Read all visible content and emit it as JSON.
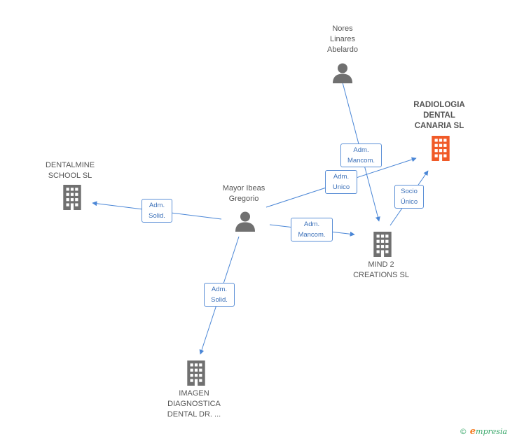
{
  "colors": {
    "edge": "#4a86d6",
    "person": "#707070",
    "company": "#707070",
    "focus_company": "#f05a28"
  },
  "nodes": {
    "nores": {
      "type": "person",
      "label": "Nores\nLinares\nAbelardo",
      "focus": false
    },
    "radiologia": {
      "type": "company",
      "label": "RADIOLOGIA\nDENTAL\nCANARIA SL",
      "focus": true
    },
    "dentalmine": {
      "type": "company",
      "label": "DENTALMINE\nSCHOOL SL",
      "focus": false
    },
    "mayor": {
      "type": "person",
      "label": "Mayor Ibeas\nGregorio",
      "focus": false
    },
    "mind2": {
      "type": "company",
      "label": "MIND 2\nCREATIONS SL",
      "focus": false
    },
    "imagen": {
      "type": "company",
      "label": "IMAGEN\nDIAGNOSTICA\nDENTAL DR. ...",
      "focus": false
    }
  },
  "edges": {
    "nores_mind2": {
      "label": "Adm.\nMancom."
    },
    "mayor_radiologia": {
      "label": "Adm.\nUnico"
    },
    "mind2_radiologia": {
      "label": "Socio\nÚnico"
    },
    "mayor_dentalmine": {
      "label": "Adm.\nSolid."
    },
    "mayor_mind2": {
      "label": "Adm.\nMancom."
    },
    "mayor_imagen": {
      "label": "Adm.\nSolid."
    }
  },
  "brand": {
    "copyright": "©",
    "initial": "e",
    "rest": "mpresia"
  }
}
